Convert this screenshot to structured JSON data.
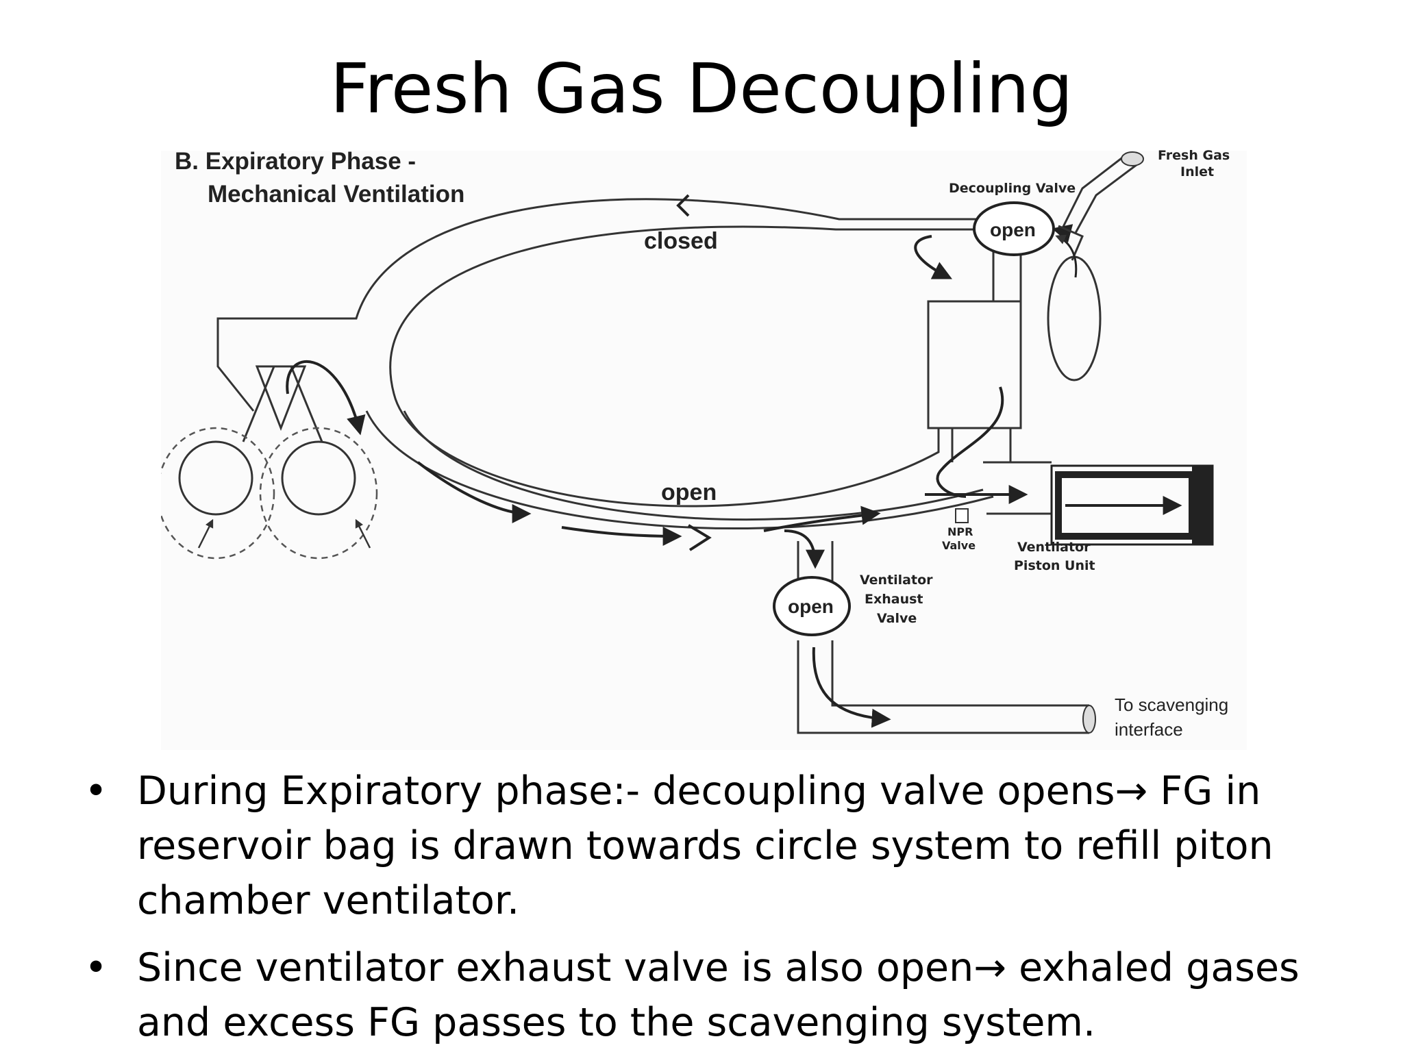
{
  "slide": {
    "title": "Fresh Gas Decoupling"
  },
  "diagram": {
    "heading_line1": "B. Expiratory Phase -",
    "heading_line2": "Mechanical Ventilation",
    "labels": {
      "closed": "closed",
      "open_circuit": "open",
      "decoupling_valve": "Decoupling Valve",
      "decoupling_state": "open",
      "fresh_gas_line1": "Fresh Gas",
      "fresh_gas_line2": "Inlet",
      "npr_line1": "NPR",
      "npr_line2": "Valve",
      "piston_line1": "Ventilator",
      "piston_line2": "Piston Unit",
      "exhaust_state": "open",
      "exhaust_line1": "Ventilator",
      "exhaust_line2": "Exhaust",
      "exhaust_line3": "Valve",
      "scavenging_line1": "To scavenging",
      "scavenging_line2": "interface"
    }
  },
  "bullets": [
    {
      "marker": "•",
      "line1": "During Expiratory phase:- decoupling valve opens→ FG in",
      "line2": "reservoir bag is drawn towards circle system to refill piton",
      "line3": "chamber ventilator."
    },
    {
      "marker": "•",
      "line1": "Since ventilator exhaust valve is also open→ exhaled gases",
      "line2": "and excess FG passes to the scavenging system."
    }
  ]
}
